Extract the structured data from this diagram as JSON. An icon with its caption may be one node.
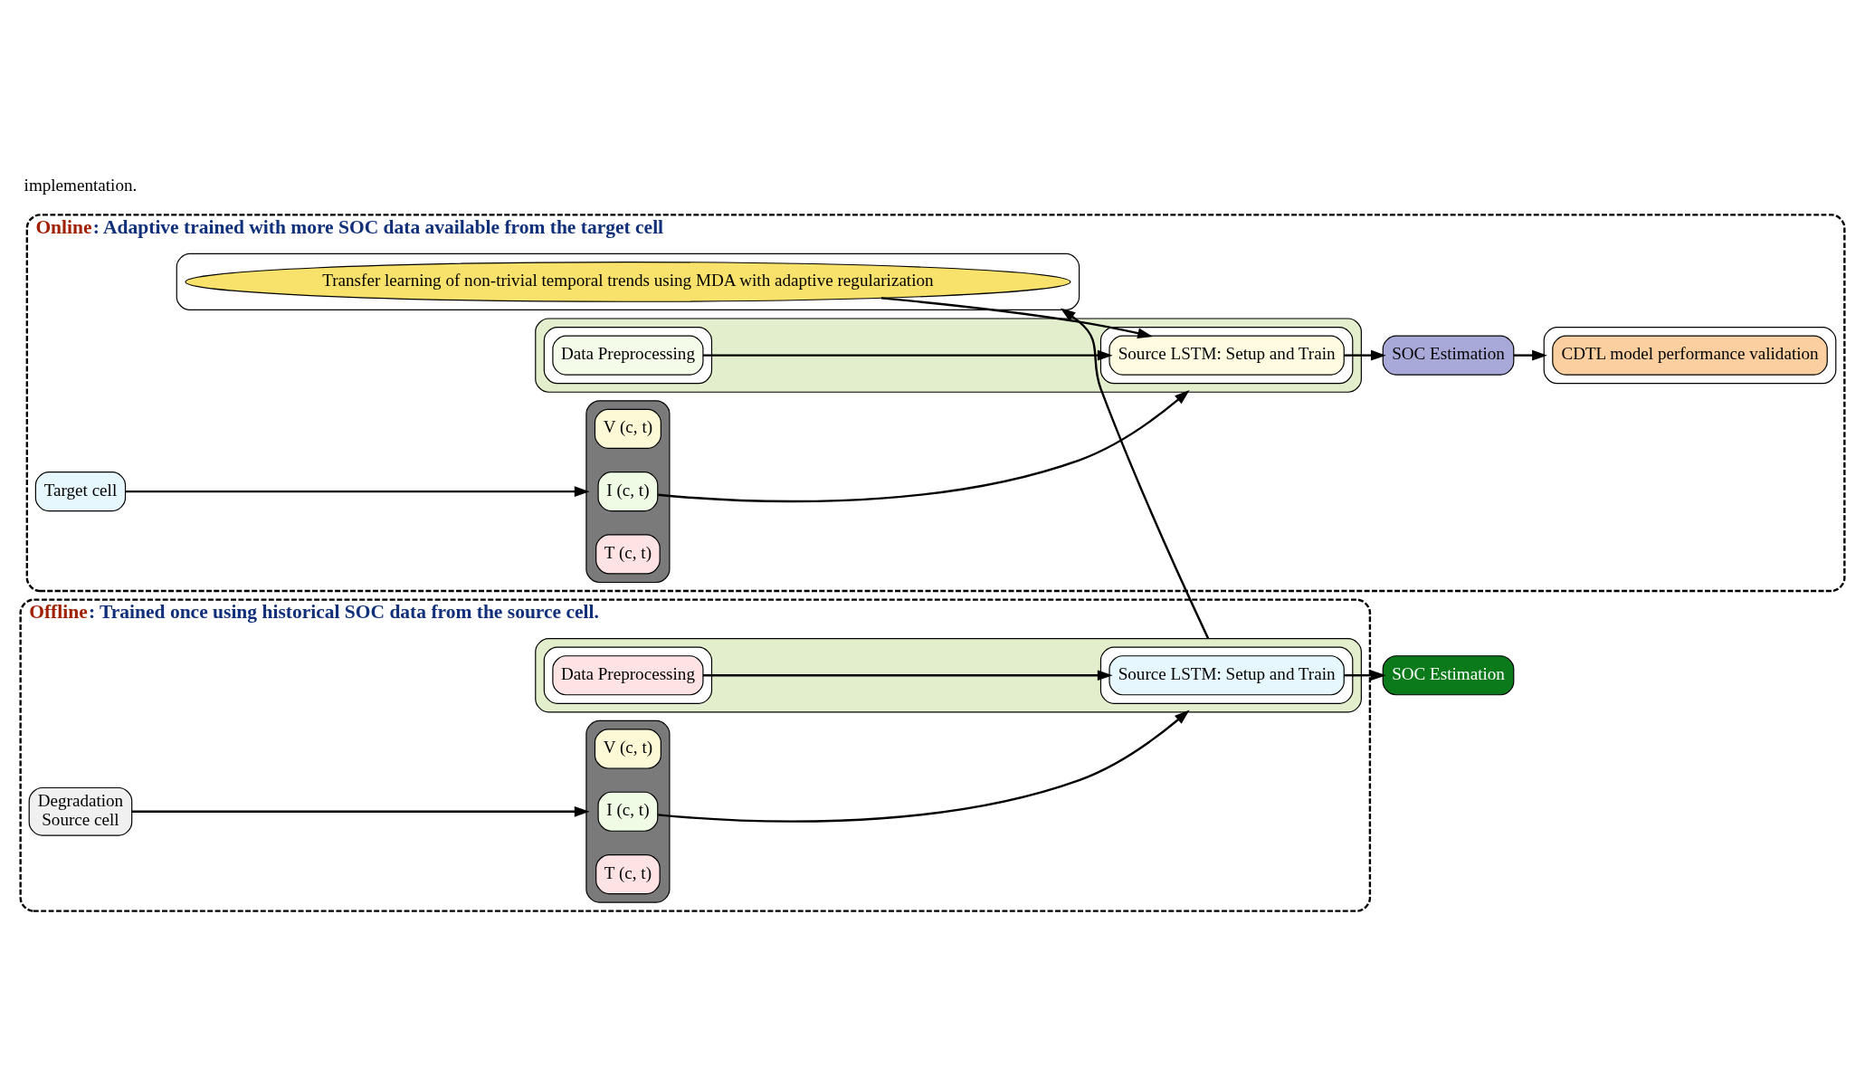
{
  "diagram": {
    "nodes": [
      {
        "text": [
          "Online: Adaptive trained with more SOC data available from the target cell"
        ]
      },
      {
        "text": [
          "Target cell"
        ],
        "in": 0
      },
      {
        "text": [],
        "shape": "box",
        "in": 0
      },
      {
        "text": [
          "V (c, t)"
        ],
        "in": 2
      },
      {
        "text": [
          "I (c, t)"
        ],
        "in": 2
      },
      {
        "text": [
          "T (c, t)"
        ],
        "in": 2
      },
      {
        "text": [],
        "shape": "box",
        "in": 0
      },
      {
        "text": [],
        "shape": "box",
        "in": 6
      },
      {
        "text": [
          "Data Preprocessing"
        ],
        "in": 7
      },
      {
        "text": [],
        "shape": "box",
        "in": 6
      },
      {
        "text": [
          "Source LSTM: Setup and Train"
        ],
        "in": 9
      },
      {
        "text": [
          "SOC Estimation"
        ],
        "in": 0
      },
      {
        "text": [],
        "shape": "box",
        "in": 0
      },
      {
        "text": [
          "CDTL model performance validation"
        ],
        "in": 12
      },
      {
        "text": [],
        "shape": "box",
        "in": 0
      },
      {
        "text": [
          "Transfer learning of non-trivial temporal trends using MDA with adaptive regularization"
        ],
        "in": 14
      },
      {
        "text": [
          "Offline: Trained once using historical SOC data from the source cell."
        ]
      },
      {
        "text": [
          "Degradation",
          "Source cell"
        ],
        "in": 16
      },
      {
        "text": [],
        "shape": "box",
        "in": 16
      },
      {
        "text": [
          "V (c, t)"
        ],
        "in": 18
      },
      {
        "text": [
          "I (c, t)"
        ],
        "in": 18
      },
      {
        "text": [
          "T (c, t)"
        ],
        "in": 18
      },
      {
        "text": [],
        "shape": "box",
        "in": 16
      },
      {
        "text": [],
        "shape": "box",
        "in": 22
      },
      {
        "text": [
          "Data Preprocessing"
        ],
        "in": 23
      },
      {
        "text": [],
        "shape": "box",
        "in": 22
      },
      {
        "text": [
          "Source LSTM: Setup and Train"
        ],
        "in": 25
      },
      {
        "text": [
          "SOC Estimation"
        ]
      }
    ],
    "edges": [
      {
        "from": 1,
        "to": 2,
        "arrow": "to"
      },
      {
        "from": 4,
        "to": 6,
        "arrow": "to"
      },
      {
        "from": 8,
        "to": 10,
        "arrow": "to"
      },
      {
        "from": 10,
        "to": 11,
        "arrow": "to"
      },
      {
        "from": 11,
        "to": 12,
        "arrow": "to"
      },
      {
        "from": 15,
        "to": 10,
        "arrow": "to"
      },
      {
        "from": 17,
        "to": 18,
        "arrow": "to"
      },
      {
        "from": 20,
        "to": 22,
        "arrow": "to"
      },
      {
        "from": 24,
        "to": 26,
        "arrow": "to"
      },
      {
        "from": 26,
        "to": 27,
        "arrow": "to"
      },
      {
        "from": 22,
        "to": 14,
        "arrow": "to"
      }
    ],
    "labels": [
      "implementation."
    ]
  }
}
